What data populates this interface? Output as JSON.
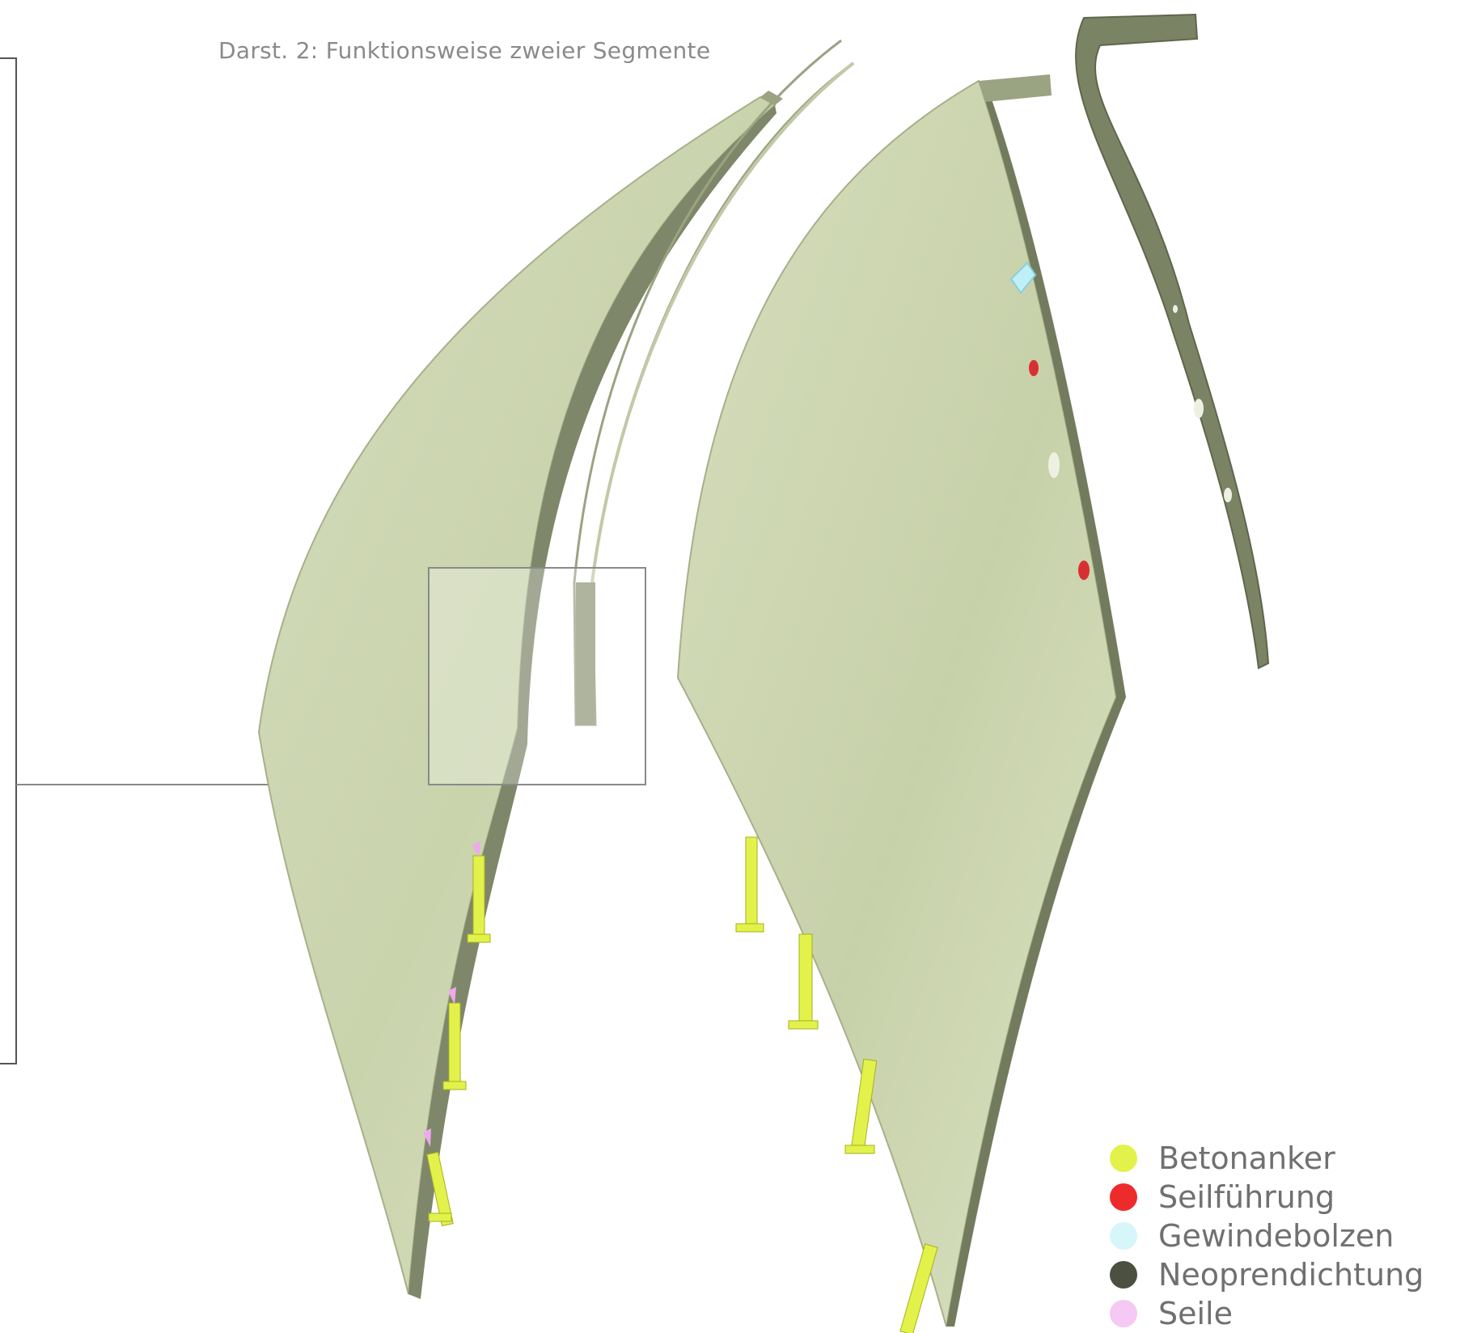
{
  "figure": {
    "title": "Darst. 2: Funktionsweise zweier Segmente"
  },
  "legend": {
    "items": [
      {
        "label": "Betonanker",
        "color": "#e2f24a"
      },
      {
        "label": "Seilführung",
        "color": "#ee2b2b"
      },
      {
        "label": "Gewindebolzen",
        "color": "#d6f6fa"
      },
      {
        "label": "Neoprendichtung",
        "color": "#4b5040"
      },
      {
        "label": "Seile",
        "color": "#f6c8f4"
      }
    ]
  },
  "colors": {
    "concrete": "#d8dfc0",
    "concrete_shadow": "#bcc79f",
    "edge": "#8e9775",
    "dark_edge": "#4f5442",
    "anchor": "#e2f24a",
    "bolt": "#bfeff7",
    "cable": "#f0a8ee"
  }
}
